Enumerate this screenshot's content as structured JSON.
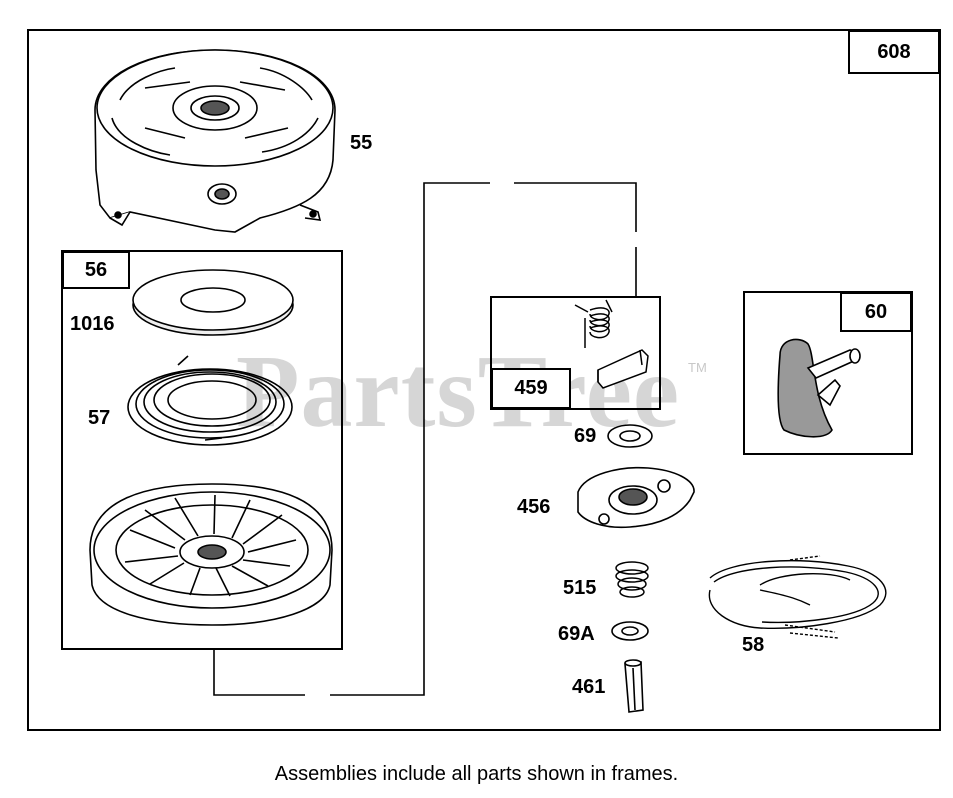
{
  "diagram": {
    "frame_label": "608",
    "watermark": "PartsTree",
    "watermark_tm": "TM",
    "caption": "Assemblies include all parts shown in frames.",
    "assemblies": {
      "a56": "56",
      "a459": "459",
      "a60": "60"
    },
    "parts": {
      "p55": "55",
      "p1016": "1016",
      "p57": "57",
      "p69": "69",
      "p456": "456",
      "p515": "515",
      "p69a": "69A",
      "p461": "461",
      "p58": "58"
    }
  }
}
